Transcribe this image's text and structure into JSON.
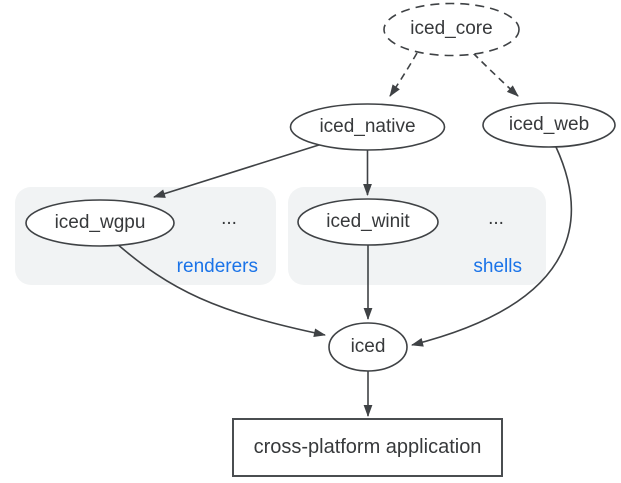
{
  "diagram": {
    "nodes": {
      "iced_core": {
        "label": "iced_core",
        "shape": "dashed-ellipse"
      },
      "iced_native": {
        "label": "iced_native",
        "shape": "ellipse"
      },
      "iced_web": {
        "label": "iced_web",
        "shape": "ellipse"
      },
      "iced_wgpu": {
        "label": "iced_wgpu",
        "shape": "ellipse"
      },
      "iced_winit": {
        "label": "iced_winit",
        "shape": "ellipse"
      },
      "iced": {
        "label": "iced",
        "shape": "ellipse"
      },
      "app": {
        "label": "cross-platform application",
        "shape": "rect"
      }
    },
    "groups": {
      "renderers": {
        "label": "renderers",
        "ellipsis": "..."
      },
      "shells": {
        "label": "shells",
        "ellipsis": "..."
      }
    },
    "edges": [
      {
        "from": "iced_core",
        "to": "iced_native",
        "style": "dashed"
      },
      {
        "from": "iced_core",
        "to": "iced_web",
        "style": "dashed"
      },
      {
        "from": "iced_native",
        "to": "iced_wgpu",
        "style": "solid"
      },
      {
        "from": "iced_native",
        "to": "iced_winit",
        "style": "solid"
      },
      {
        "from": "iced_wgpu",
        "to": "iced",
        "style": "solid"
      },
      {
        "from": "iced_winit",
        "to": "iced",
        "style": "solid"
      },
      {
        "from": "iced_web",
        "to": "iced",
        "style": "solid"
      },
      {
        "from": "iced",
        "to": "app",
        "style": "solid"
      }
    ],
    "colors": {
      "stroke": "#3f4245",
      "text": "#37393b",
      "group_background": "#f1f3f4",
      "group_label": "#1a73e8",
      "node_fill": "#ffffff"
    }
  }
}
